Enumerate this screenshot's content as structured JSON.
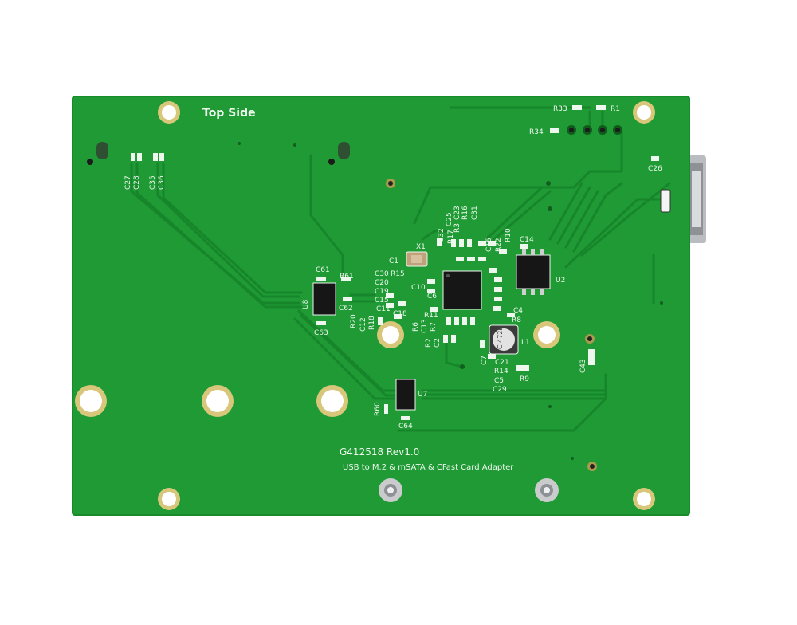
{
  "board": {
    "side_label": "Top Side",
    "revision": "G412518 Rev1.0",
    "description": "USB to M.2 & mSATA & CFast Card Adapter",
    "chip_mark": "C 472D"
  },
  "colors": {
    "pcb": "#1f9a35",
    "pcb_edge": "#178a2c",
    "trace": "#17862a",
    "silkscreen": "#eef7ee",
    "pad_gold": "#d8c77a",
    "ic_black": "#161616"
  },
  "refs": {
    "c27": "C27",
    "c28": "C28",
    "c35": "C35",
    "c36": "C36",
    "r33": "R33",
    "r1": "R1",
    "r34": "R34",
    "c26": "C26",
    "c23": "C23",
    "r16": "R16",
    "c31": "C31",
    "c25": "C25",
    "r3": "R3",
    "c32": "C32",
    "r17": "R17",
    "x1": "X1",
    "c1": "C1",
    "c30": "C30",
    "r15": "R15",
    "c20": "C20",
    "c19": "C19",
    "c15": "C15",
    "c11": "C11",
    "c10": "C10",
    "c18": "C18",
    "c6": "C6",
    "r11": "R11",
    "r6": "R6",
    "c13": "C13",
    "r7": "R7",
    "r2": "R2",
    "c2": "C2",
    "r10": "R10",
    "r22": "R22",
    "c16": "C16",
    "c14": "C14",
    "u2": "U2",
    "c4": "C4",
    "r8": "R8",
    "l1": "L1",
    "c7": "C7",
    "c21": "C21",
    "r14": "R14",
    "c5": "C5",
    "c29": "C29",
    "r9": "R9",
    "c43": "C43",
    "c61": "C61",
    "r61": "R61",
    "u8": "U8",
    "c62": "C62",
    "c63": "C63",
    "r20": "R20",
    "c12": "C12",
    "r18": "R18",
    "u7": "U7",
    "r60": "R60",
    "c64": "C64"
  }
}
